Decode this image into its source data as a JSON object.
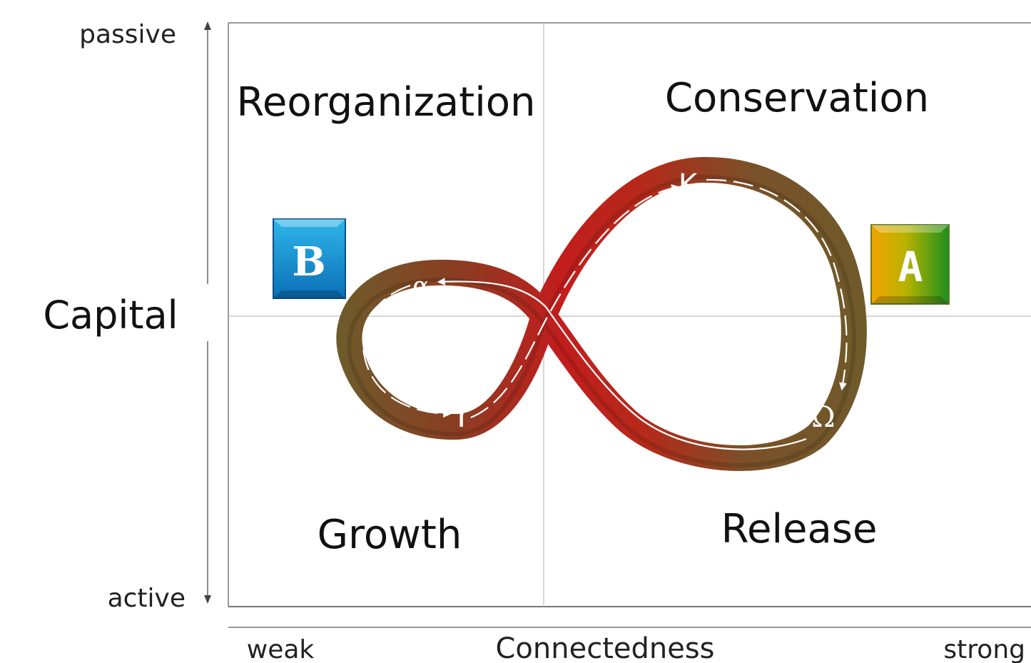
{
  "axes": {
    "y_label": "Capital",
    "y_top": "passive",
    "y_bottom": "active",
    "x_label": "Connectedness",
    "x_left": "weak",
    "x_right": "strong"
  },
  "quadrants": {
    "top_left": "Reorganization",
    "top_right": "Conservation",
    "bottom_left": "Growth",
    "bottom_right": "Release"
  },
  "loop_labels": {
    "alpha": "α",
    "k": "K",
    "r": "r",
    "omega": "Ω"
  },
  "badges": {
    "b": {
      "label": "B",
      "colors": [
        "#0a6fb8",
        "#2fb6e8"
      ]
    },
    "a": {
      "label": "A",
      "colors": [
        "#f2a400",
        "#1e8f1e"
      ]
    }
  },
  "colors": {
    "loop_dark": "#6f5a2a",
    "loop_red": "#c21d1d",
    "grid": "#c8c8c8",
    "frame": "#9a9a9a"
  }
}
